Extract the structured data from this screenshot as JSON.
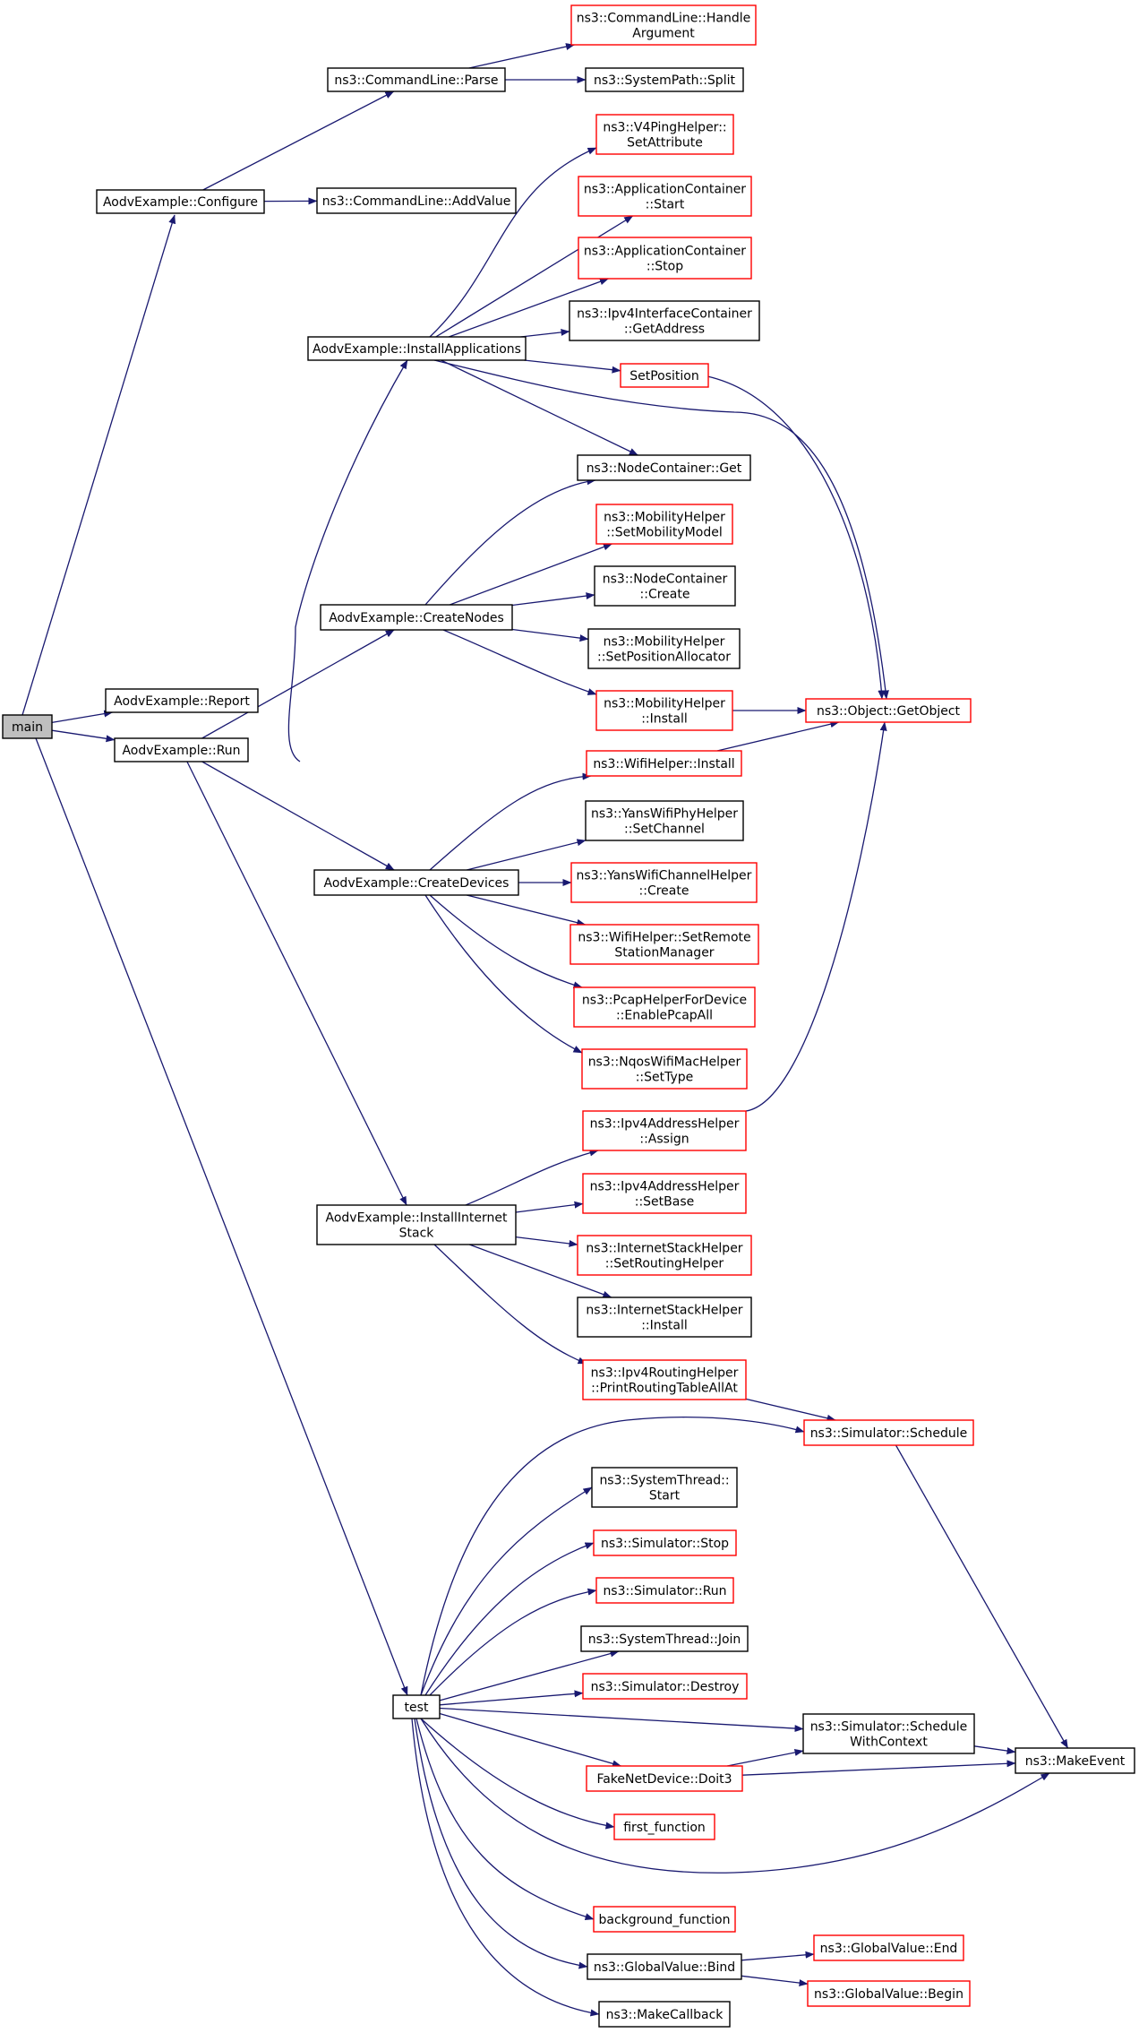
{
  "colors": {
    "edge": "#191970",
    "node_border": "#000000",
    "node_border_truncated": "#ff0000",
    "root_fill": "#bfbfbf",
    "node_fill": "#ffffff"
  },
  "nodes": [
    {
      "id": "main",
      "lines": [
        "main"
      ],
      "style": "root"
    },
    {
      "id": "configure",
      "lines": [
        "AodvExample::Configure"
      ],
      "style": "normal"
    },
    {
      "id": "report",
      "lines": [
        "AodvExample::Report"
      ],
      "style": "normal"
    },
    {
      "id": "run",
      "lines": [
        "AodvExample::Run"
      ],
      "style": "normal"
    },
    {
      "id": "test",
      "lines": [
        "test"
      ],
      "style": "normal"
    },
    {
      "id": "cl_parse",
      "lines": [
        "ns3::CommandLine::Parse"
      ],
      "style": "normal"
    },
    {
      "id": "cl_addvalue",
      "lines": [
        "ns3::CommandLine::AddValue"
      ],
      "style": "normal"
    },
    {
      "id": "cl_handle",
      "lines": [
        "ns3::CommandLine::Handle",
        "Argument"
      ],
      "style": "truncated"
    },
    {
      "id": "sp_split",
      "lines": [
        "ns3::SystemPath::Split"
      ],
      "style": "normal"
    },
    {
      "id": "install_apps",
      "lines": [
        "AodvExample::InstallApplications"
      ],
      "style": "normal"
    },
    {
      "id": "create_nodes",
      "lines": [
        "AodvExample::CreateNodes"
      ],
      "style": "normal"
    },
    {
      "id": "create_devices",
      "lines": [
        "AodvExample::CreateDevices"
      ],
      "style": "normal"
    },
    {
      "id": "install_stack",
      "lines": [
        "AodvExample::InstallInternet",
        "Stack"
      ],
      "style": "normal"
    },
    {
      "id": "v4ping",
      "lines": [
        "ns3::V4PingHelper::",
        "SetAttribute"
      ],
      "style": "truncated"
    },
    {
      "id": "ac_start",
      "lines": [
        "ns3::ApplicationContainer",
        "::Start"
      ],
      "style": "truncated"
    },
    {
      "id": "ac_stop",
      "lines": [
        "ns3::ApplicationContainer",
        "::Stop"
      ],
      "style": "truncated"
    },
    {
      "id": "ipv4ic_get",
      "lines": [
        "ns3::Ipv4InterfaceContainer",
        "::GetAddress"
      ],
      "style": "normal"
    },
    {
      "id": "setposition",
      "lines": [
        "SetPosition"
      ],
      "style": "truncated"
    },
    {
      "id": "nc_get",
      "lines": [
        "ns3::NodeContainer::Get"
      ],
      "style": "normal"
    },
    {
      "id": "mh_setmodel",
      "lines": [
        "ns3::MobilityHelper",
        "::SetMobilityModel"
      ],
      "style": "truncated"
    },
    {
      "id": "nc_create",
      "lines": [
        "ns3::NodeContainer",
        "::Create"
      ],
      "style": "normal"
    },
    {
      "id": "mh_setpos",
      "lines": [
        "ns3::MobilityHelper",
        "::SetPositionAllocator"
      ],
      "style": "normal"
    },
    {
      "id": "mh_install",
      "lines": [
        "ns3::MobilityHelper",
        "::Install"
      ],
      "style": "truncated"
    },
    {
      "id": "getobject",
      "lines": [
        "ns3::Object::GetObject"
      ],
      "style": "truncated"
    },
    {
      "id": "wifi_install",
      "lines": [
        "ns3::WifiHelper::Install"
      ],
      "style": "truncated"
    },
    {
      "id": "yans_phy",
      "lines": [
        "ns3::YansWifiPhyHelper",
        "::SetChannel"
      ],
      "style": "normal"
    },
    {
      "id": "yans_chan",
      "lines": [
        "ns3::YansWifiChannelHelper",
        "::Create"
      ],
      "style": "truncated"
    },
    {
      "id": "wifi_remote",
      "lines": [
        "ns3::WifiHelper::SetRemote",
        "StationManager"
      ],
      "style": "truncated"
    },
    {
      "id": "pcap",
      "lines": [
        "ns3::PcapHelperForDevice",
        "::EnablePcapAll"
      ],
      "style": "truncated"
    },
    {
      "id": "nqos",
      "lines": [
        "ns3::NqosWifiMacHelper",
        "::SetType"
      ],
      "style": "truncated"
    },
    {
      "id": "ipv4a_assign",
      "lines": [
        "ns3::Ipv4AddressHelper",
        "::Assign"
      ],
      "style": "truncated"
    },
    {
      "id": "ipv4a_setbase",
      "lines": [
        "ns3::Ipv4AddressHelper",
        "::SetBase"
      ],
      "style": "truncated"
    },
    {
      "id": "ish_routing",
      "lines": [
        "ns3::InternetStackHelper",
        "::SetRoutingHelper"
      ],
      "style": "truncated"
    },
    {
      "id": "ish_install",
      "lines": [
        "ns3::InternetStackHelper",
        "::Install"
      ],
      "style": "normal"
    },
    {
      "id": "ipv4r_print",
      "lines": [
        "ns3::Ipv4RoutingHelper",
        "::PrintRoutingTableAllAt"
      ],
      "style": "truncated"
    },
    {
      "id": "sim_schedule",
      "lines": [
        "ns3::Simulator::Schedule"
      ],
      "style": "truncated"
    },
    {
      "id": "st_start",
      "lines": [
        "ns3::SystemThread::",
        "Start"
      ],
      "style": "normal"
    },
    {
      "id": "sim_stop",
      "lines": [
        "ns3::Simulator::Stop"
      ],
      "style": "truncated"
    },
    {
      "id": "sim_run",
      "lines": [
        "ns3::Simulator::Run"
      ],
      "style": "truncated"
    },
    {
      "id": "st_join",
      "lines": [
        "ns3::SystemThread::Join"
      ],
      "style": "normal"
    },
    {
      "id": "sim_destroy",
      "lines": [
        "ns3::Simulator::Destroy"
      ],
      "style": "truncated"
    },
    {
      "id": "sim_schedctx",
      "lines": [
        "ns3::Simulator::Schedule",
        "WithContext"
      ],
      "style": "normal"
    },
    {
      "id": "makeevent",
      "lines": [
        "ns3::MakeEvent"
      ],
      "style": "normal"
    },
    {
      "id": "fake_doit3",
      "lines": [
        "FakeNetDevice::Doit3"
      ],
      "style": "truncated"
    },
    {
      "id": "first_function",
      "lines": [
        "first_function"
      ],
      "style": "truncated"
    },
    {
      "id": "bg_function",
      "lines": [
        "background_function"
      ],
      "style": "truncated"
    },
    {
      "id": "gv_bind",
      "lines": [
        "ns3::GlobalValue::Bind"
      ],
      "style": "normal"
    },
    {
      "id": "gv_end",
      "lines": [
        "ns3::GlobalValue::End"
      ],
      "style": "truncated"
    },
    {
      "id": "gv_begin",
      "lines": [
        "ns3::GlobalValue::Begin"
      ],
      "style": "truncated"
    },
    {
      "id": "makecallback",
      "lines": [
        "ns3::MakeCallback"
      ],
      "style": "normal"
    }
  ],
  "edges": [
    [
      "main",
      "configure"
    ],
    [
      "main",
      "report"
    ],
    [
      "main",
      "run"
    ],
    [
      "main",
      "test"
    ],
    [
      "configure",
      "cl_parse"
    ],
    [
      "configure",
      "cl_addvalue"
    ],
    [
      "cl_parse",
      "cl_handle"
    ],
    [
      "cl_parse",
      "sp_split"
    ],
    [
      "run",
      "install_apps"
    ],
    [
      "run",
      "create_nodes"
    ],
    [
      "run",
      "create_devices"
    ],
    [
      "run",
      "install_stack"
    ],
    [
      "install_apps",
      "v4ping"
    ],
    [
      "install_apps",
      "ac_start"
    ],
    [
      "install_apps",
      "ac_stop"
    ],
    [
      "install_apps",
      "ipv4ic_get"
    ],
    [
      "install_apps",
      "setposition"
    ],
    [
      "install_apps",
      "nc_get"
    ],
    [
      "install_apps",
      "getobject"
    ],
    [
      "setposition",
      "getobject"
    ],
    [
      "create_nodes",
      "nc_get"
    ],
    [
      "create_nodes",
      "mh_setmodel"
    ],
    [
      "create_nodes",
      "nc_create"
    ],
    [
      "create_nodes",
      "mh_setpos"
    ],
    [
      "create_nodes",
      "mh_install"
    ],
    [
      "mh_install",
      "getobject"
    ],
    [
      "create_devices",
      "wifi_install"
    ],
    [
      "create_devices",
      "yans_phy"
    ],
    [
      "create_devices",
      "yans_chan"
    ],
    [
      "create_devices",
      "wifi_remote"
    ],
    [
      "create_devices",
      "pcap"
    ],
    [
      "create_devices",
      "nqos"
    ],
    [
      "wifi_install",
      "getobject"
    ],
    [
      "install_stack",
      "ipv4a_assign"
    ],
    [
      "install_stack",
      "ipv4a_setbase"
    ],
    [
      "install_stack",
      "ish_routing"
    ],
    [
      "install_stack",
      "ish_install"
    ],
    [
      "install_stack",
      "ipv4r_print"
    ],
    [
      "ipv4a_assign",
      "getobject"
    ],
    [
      "ipv4r_print",
      "sim_schedule"
    ],
    [
      "sim_schedule",
      "makeevent"
    ],
    [
      "test",
      "sim_schedule"
    ],
    [
      "test",
      "st_start"
    ],
    [
      "test",
      "sim_stop"
    ],
    [
      "test",
      "sim_run"
    ],
    [
      "test",
      "st_join"
    ],
    [
      "test",
      "sim_destroy"
    ],
    [
      "test",
      "sim_schedctx"
    ],
    [
      "test",
      "fake_doit3"
    ],
    [
      "test",
      "first_function"
    ],
    [
      "test",
      "makeevent"
    ],
    [
      "test",
      "bg_function"
    ],
    [
      "test",
      "gv_bind"
    ],
    [
      "test",
      "makecallback"
    ],
    [
      "sim_schedctx",
      "makeevent"
    ],
    [
      "fake_doit3",
      "sim_schedctx"
    ],
    [
      "fake_doit3",
      "makeevent"
    ],
    [
      "gv_bind",
      "gv_end"
    ],
    [
      "gv_bind",
      "gv_begin"
    ]
  ]
}
